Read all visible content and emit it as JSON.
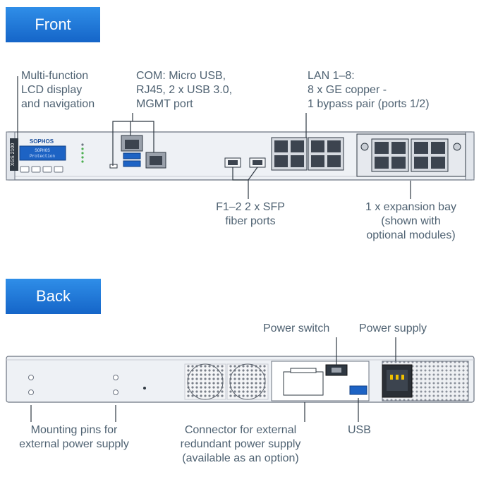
{
  "front": {
    "tab_label": "Front",
    "callouts": {
      "lcd": [
        "Multi-function",
        "LCD display",
        "and navigation"
      ],
      "com": [
        "COM: Micro USB,",
        "RJ45, 2 x USB 3.0,",
        "MGMT port"
      ],
      "lan": [
        "LAN 1–8:",
        "8 x GE copper -",
        "1 bypass pair (ports 1/2)"
      ],
      "sfp": [
        "F1–2  2 x SFP",
        "fiber ports"
      ],
      "expansion": [
        "1 x expansion bay",
        "(shown with",
        "optional modules)"
      ]
    },
    "device": {
      "brand": "SOPHOS",
      "model": "XGS 2100",
      "lcd_line1": "SOPHOS",
      "lcd_line2": "Protection"
    }
  },
  "back": {
    "tab_label": "Back",
    "callouts": {
      "power_switch": [
        "Power switch"
      ],
      "power_supply": [
        "Power supply"
      ],
      "mounting": [
        "Mounting pins for",
        "external power supply"
      ],
      "connector": [
        "Connector for external",
        "redundant power supply",
        "(available as an option)"
      ],
      "usb": [
        "USB"
      ]
    }
  },
  "colors": {
    "tab": "#1f7ad8",
    "label": "#4f6272",
    "chassis": "#eef1f5",
    "outline": "#6b7380"
  }
}
